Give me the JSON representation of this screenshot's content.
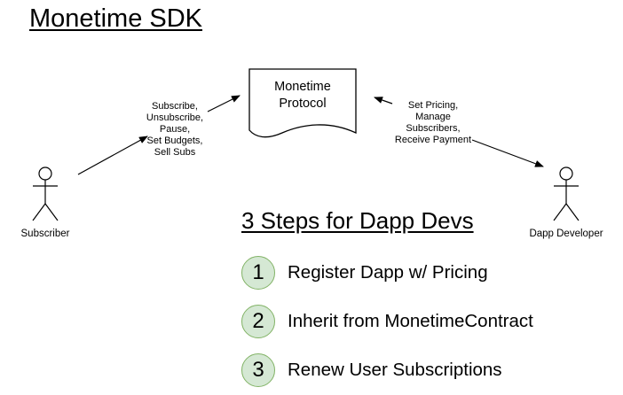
{
  "title": "Monetime SDK",
  "protocol": {
    "line1": "Monetime",
    "line2": "Protocol"
  },
  "subscriber": {
    "label": "Subscriber",
    "actions": [
      "Subscribe,",
      "Unsubscribe,",
      "Pause,",
      "Set Budgets,",
      "Sell Subs"
    ]
  },
  "developer": {
    "label": "Dapp Developer",
    "actions": [
      "Set Pricing,",
      "Manage",
      "Subscribers,",
      "Receive Payment"
    ]
  },
  "steps_title": "3 Steps for Dapp Devs",
  "steps": [
    {
      "number": "1",
      "text": "Register Dapp w/ Pricing"
    },
    {
      "number": "2",
      "text": "Inherit from MonetimeContract"
    },
    {
      "number": "3",
      "text": "Renew User Subscriptions"
    }
  ],
  "colors": {
    "step_fill": "#d5e8d4",
    "step_border": "#82b366",
    "stroke": "#000000"
  }
}
